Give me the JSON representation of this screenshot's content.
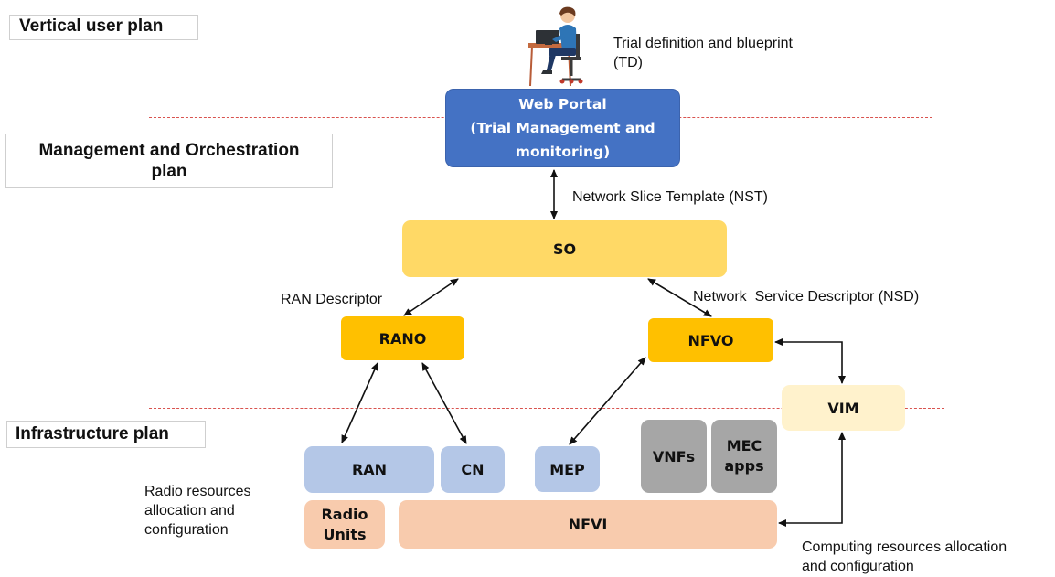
{
  "planes": {
    "vertical": "Vertical user plan",
    "management": "Management and Orchestration\nplan",
    "infrastructure": "Infrastructure plan"
  },
  "boxes": {
    "web_portal": "Web Portal\n(Trial Management and\nmonitoring)",
    "so": "SO",
    "rano": "RANO",
    "nfvo": "NFVO",
    "vim": "VIM",
    "ran": "RAN",
    "cn": "CN",
    "mep": "MEP",
    "vnfs": "VNFs",
    "mec_apps": "MEC\napps",
    "radio_units": "Radio\nUnits",
    "nfvi": "NFVI"
  },
  "annotations": {
    "trial_definition": "Trial definition and blueprint\n(TD)",
    "nst": "Network Slice Template (NST)",
    "ran_descriptor": "RAN Descriptor",
    "nsd": "Network  Service Descriptor (NSD)",
    "radio_resources": "Radio resources\n allocation and\nconfiguration",
    "computing_resources": "Computing resources allocation\nand configuration"
  },
  "colors": {
    "web_portal": "#4472c4",
    "so": "#ffd966",
    "orchestrator": "#ffc000",
    "vim": "#fff2cc",
    "infra_blue": "#b4c7e7",
    "infra_gray": "#a6a6a6",
    "infra_peach": "#f8cbad",
    "dashed_line": "#d9534f"
  },
  "icons": {
    "user": "person-at-computer-icon"
  }
}
